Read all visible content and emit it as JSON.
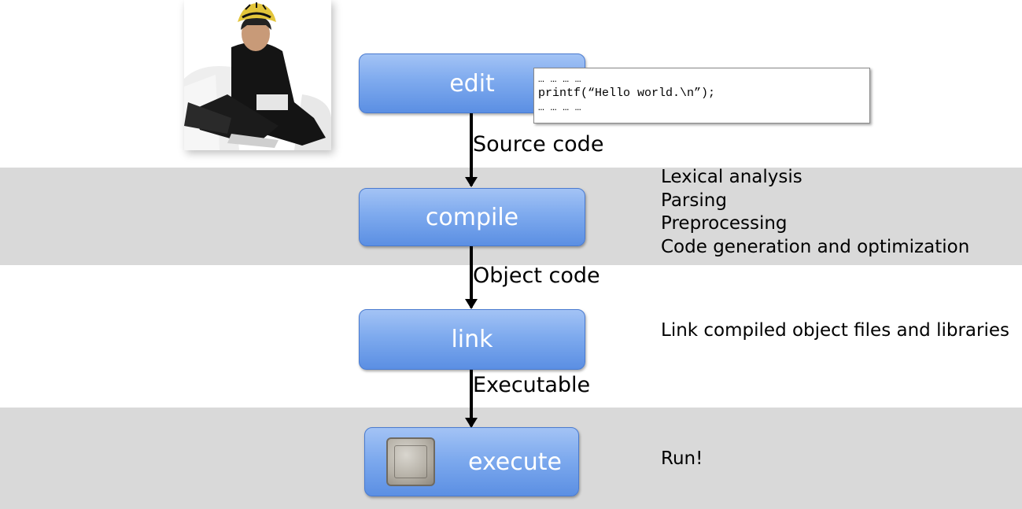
{
  "stages": {
    "edit": "edit",
    "compile": "compile",
    "link": "link",
    "execute": "execute"
  },
  "edges": {
    "source": "Source code",
    "object": "Object code",
    "executable": "Executable"
  },
  "descriptions": {
    "compile": [
      "Lexical analysis",
      "Parsing",
      "Preprocessing",
      "Code generation and optimization"
    ],
    "link": "Link compiled object files and libraries",
    "execute": "Run!"
  },
  "code_snippet": {
    "line1": "… … … …",
    "line2": "printf(“Hello world.\\n”);",
    "line3": "… … … …"
  },
  "colors": {
    "stage_top": "#a3c3f5",
    "stage_bottom": "#5b8fe3",
    "band": "#d9d9d9"
  }
}
